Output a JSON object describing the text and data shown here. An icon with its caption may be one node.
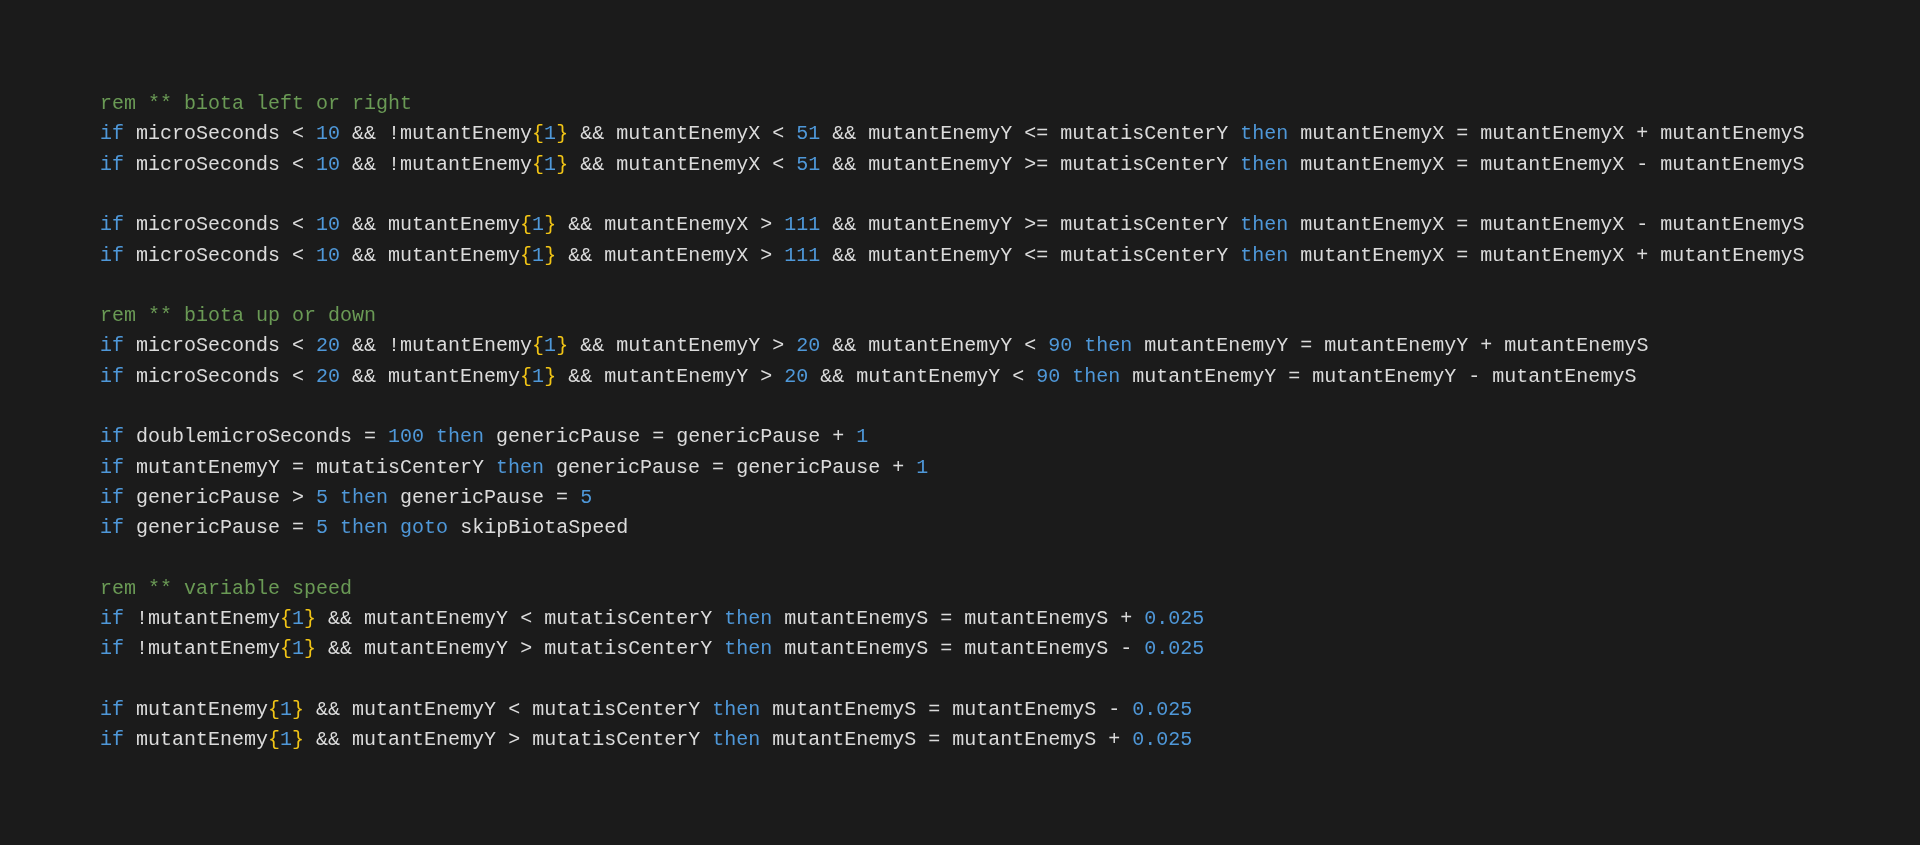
{
  "diagram": {
    "labels": [
      "rem ** biota left or right",
      "if microSeconds < 10 && !mutantEnemy{1} && mutantEnemyX < 51 && mutantEnemyY <= mutatisCenterY then mutantEnemyX = mutantEnemyX + mutantEnemyS",
      "if microSeconds < 10 && !mutantEnemy{1} && mutantEnemyX < 51 && mutantEnemyY >= mutatisCenterY then mutantEnemyX = mutantEnemyX - mutantEnemyS",
      "if microSeconds < 10 && mutantEnemy{1} && mutantEnemyX > 111 && mutantEnemyY >= mutatisCenterY then mutantEnemyX = mutantEnemyX - mutantEnemyS",
      "if microSeconds < 10 && mutantEnemy{1} && mutantEnemyX > 111 && mutantEnemyY <= mutatisCenterY then mutantEnemyX = mutantEnemyX + mutantEnemyS",
      "rem ** biota up or down",
      "if microSeconds < 20 && !mutantEnemy{1} && mutantEnemyY > 20 && mutantEnemyY < 90 then mutantEnemyY = mutantEnemyY + mutantEnemyS",
      "if microSeconds < 20 && mutantEnemy{1} && mutantEnemyY > 20 && mutantEnemyY < 90 then mutantEnemyY = mutantEnemyY - mutantEnemyS",
      "if doublemicroSeconds = 100 then genericPause = genericPause + 1",
      "if mutantEnemyY = mutatisCenterY then genericPause = genericPause + 1",
      "if genericPause > 5 then genericPause = 5",
      "if genericPause = 5 then goto skipBiotaSpeed",
      "rem ** variable speed",
      "if !mutantEnemy{1} && mutantEnemyY < mutatisCenterY then mutantEnemyS = mutantEnemyS + 0.025",
      "if !mutantEnemy{1} && mutantEnemyY > mutatisCenterY then mutantEnemyS = mutantEnemyS - 0.025",
      "if mutantEnemy{1} && mutantEnemyY < mutatisCenterY then mutantEnemyS = mutantEnemyS - 0.025",
      "if mutantEnemy{1} && mutantEnemyY > mutatisCenterY then mutantEnemyS = mutantEnemyS + 0.025"
    ]
  }
}
